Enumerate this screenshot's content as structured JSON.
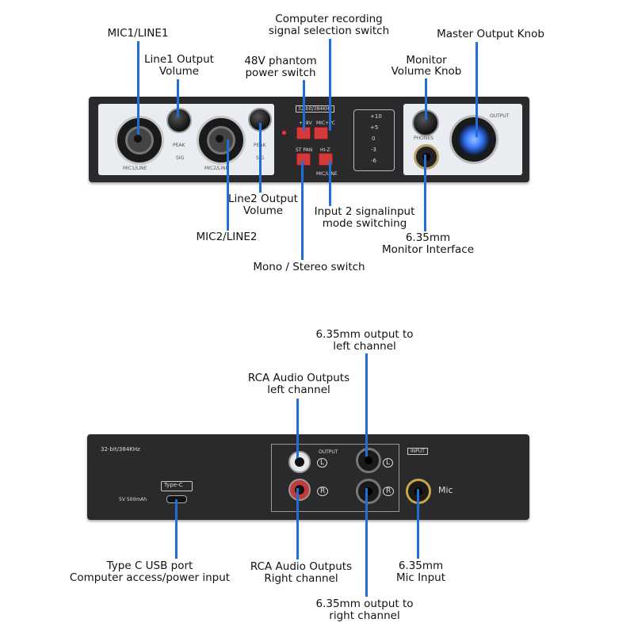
{
  "front_labels": {
    "mic1": "MIC1/LINE1",
    "line1_output": [
      "Line1 Output",
      "Volume"
    ],
    "phantom": [
      "48V phantom",
      "power switch"
    ],
    "rec_select": [
      "Computer recording",
      "signal selection switch"
    ],
    "master_knob": "Master Output Knob",
    "monitor_knob": [
      "Monitor",
      "Volume Knob"
    ],
    "line2_output": [
      "Line2 Output",
      "Volume"
    ],
    "input2_mode": [
      "Input 2 signalinput",
      "mode switching"
    ],
    "mic2": "MIC2/LINE2",
    "monitor_if": [
      "6.35mm",
      "Monitor Interface"
    ],
    "mono_stereo": "Mono / Stereo switch"
  },
  "front_panel": {
    "mic1_line": "MIC1/LINE",
    "mic2_line": "MIC2/LINE",
    "peak": "PEAK",
    "sig": "SIG",
    "bitrate": "32-bit/384KHz",
    "btn_48v": "+48V",
    "btn_mic_pc": "MIC+PC",
    "btn_st_pan": "ST PAN",
    "btn_hiz": "HI-Z",
    "mic_line": "MIC/LINE",
    "meter": [
      "+10",
      "+5",
      "0",
      "-3",
      "-6"
    ],
    "phones": "PHONES",
    "output": "OUTPUT"
  },
  "rear_labels": {
    "out_left": [
      "6.35mm output to",
      "left channel"
    ],
    "rca_left": [
      "RCA Audio Outputs",
      "left channel"
    ],
    "usb": [
      "Type C USB port",
      "Computer access/power input"
    ],
    "rca_right": [
      "RCA Audio Outputs",
      "Right channel"
    ],
    "mic_input": [
      "6.35mm",
      "Mic Input"
    ],
    "out_right": [
      "6.35mm output to",
      "right channel"
    ]
  },
  "rear_panel": {
    "bitrate": "32-bit/384KHz",
    "type_c": "Type-C",
    "power": "5V 500mAh",
    "output": "OUTPUT",
    "input": "INPUT",
    "mic": "Mic",
    "l": "L",
    "r": "R"
  },
  "colors": {
    "leader_line": "#1e6fd6",
    "button_red": "#d53a3a",
    "knob_glow": "#3a7bff"
  }
}
